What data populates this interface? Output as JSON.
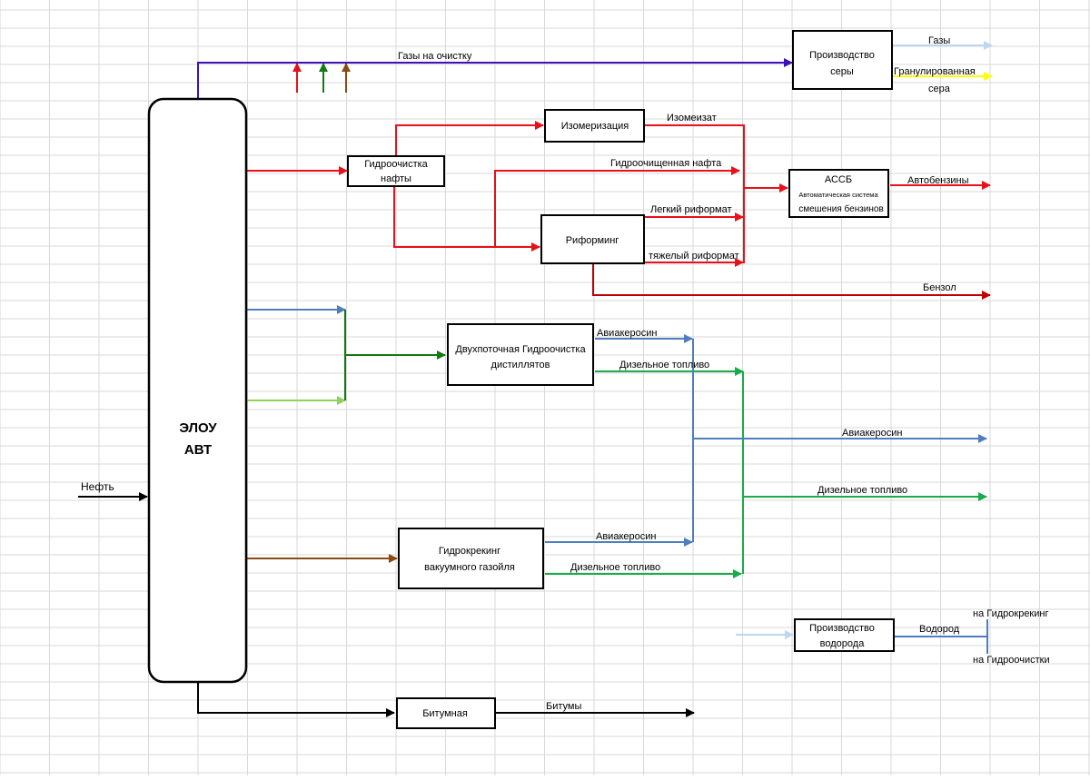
{
  "colors": {
    "grid": "#d9d9d9",
    "gas_line": "#3f10b8",
    "red": "#e8101a",
    "dark_red": "#c00000",
    "blue": "#4f7dbd",
    "dark_green": "#127a14",
    "light_green": "#8fd15a",
    "green": "#16ad47",
    "brown": "#8a4a12",
    "light_blue": "#bdd7ee",
    "yellow": "#ffff00",
    "black": "#000000"
  },
  "column": {
    "line1": "ЭЛОУ",
    "line2": "АВТ"
  },
  "boxes": {
    "sulfur": {
      "line1": "Производство",
      "line2": "серы"
    },
    "isomerization": {
      "line1": "Изомеризация"
    },
    "hydrotreating_naphtha": {
      "line1": "Гидроочистка",
      "line2": "нафты"
    },
    "reforming": {
      "line1": "Риформинг"
    },
    "assb": {
      "line1": "АССБ",
      "line2": "Автоматическая система",
      "line3": "смешения бензинов"
    },
    "distillate_hydrotreating": {
      "line1": "Двухпоточная Гидроочистка",
      "line2": "дистиллятов"
    },
    "hydrocracking": {
      "line1": "Гидрокрекинг",
      "line2": "вакуумного газойля"
    },
    "hydrogen": {
      "line1": "Производство",
      "line2": "водорода"
    },
    "bitumen": {
      "line1": "Битумная"
    }
  },
  "labels": {
    "gases_to_treatment": "Газы на очистку",
    "gases": "Газы",
    "granulated_sulfur_1": "Гранулированная",
    "granulated_sulfur_2": "сера",
    "isomerate": "Изомеизат",
    "hydrotreated_naphtha": "Гидроочищенная нафта",
    "light_reformate": "Легкий риформат",
    "heavy_reformate": "тяжелый риформат",
    "gasolines": "Автобензины",
    "benzene": "Бензол",
    "jet_fuel_1": "Авиакеросин",
    "diesel_1": "Дизельное топливо",
    "jet_fuel_out": "Авиакеросин",
    "diesel_out": "Дизельное топливо",
    "jet_fuel_2": "Авиакеросин",
    "diesel_2": "Дизельное топливо",
    "oil": "Нефть",
    "hydrogen": "Водород",
    "to_hydrocracking": "на Гидрокрекинг",
    "to_hydrotreating": "на Гидроочистки",
    "bitumens": "Битумы"
  }
}
